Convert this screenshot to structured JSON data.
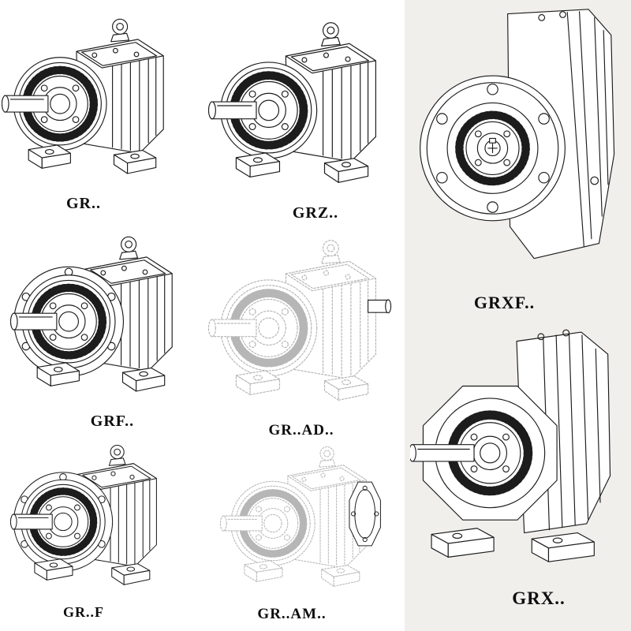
{
  "page": {
    "background": "#ffffff",
    "right_panel_background": "#f0efec",
    "line_color": "#1c1c1c",
    "ghost_line_color": "#b6b6b6",
    "label_color": "#0d0d0d"
  },
  "cells": [
    {
      "id": "gr",
      "label": "GR.."
    },
    {
      "id": "grz",
      "label": "GRZ.."
    },
    {
      "id": "grxf",
      "label": "GRXF.."
    },
    {
      "id": "grf",
      "label": "GRF.."
    },
    {
      "id": "grad",
      "label": "GR..AD.."
    },
    {
      "id": "grff",
      "label": "GR..F"
    },
    {
      "id": "gram",
      "label": "GR..AM.."
    },
    {
      "id": "grx",
      "label": "GRX.."
    }
  ]
}
